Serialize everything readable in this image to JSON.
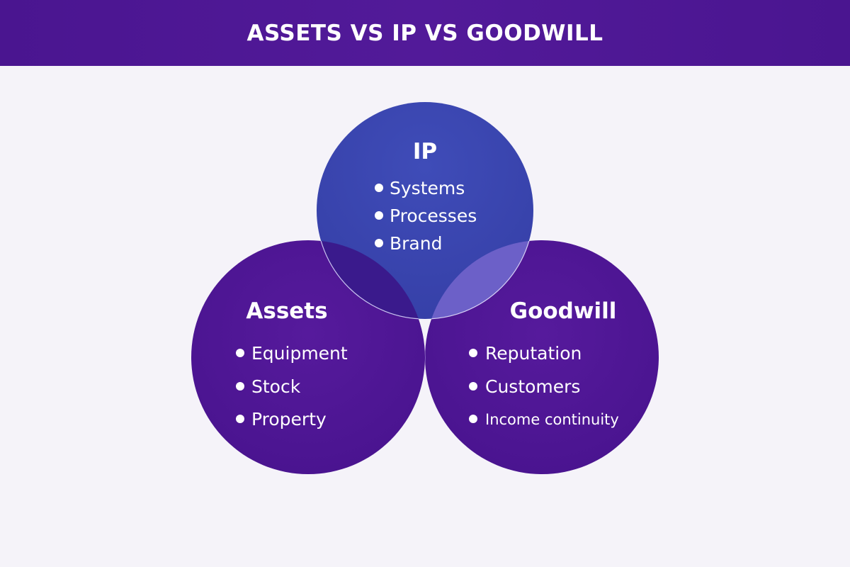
{
  "header": {
    "title": "ASSETS VS IP VS GOODWILL"
  },
  "colors": {
    "header": "#4a1590",
    "ip": "#3b45b2",
    "assets": "#4f1794",
    "goodwill": "#4f1794",
    "overlap_left": "#3a1a8c",
    "overlap_right": "#6c60c8"
  },
  "circles": {
    "ip": {
      "title": "IP",
      "items": [
        "Systems",
        "Processes",
        "Brand"
      ]
    },
    "assets": {
      "title": "Assets",
      "items": [
        "Equipment",
        "Stock",
        "Property"
      ]
    },
    "goodwill": {
      "title": "Goodwill",
      "items": [
        "Reputation",
        "Customers",
        "Income continuity"
      ]
    }
  }
}
